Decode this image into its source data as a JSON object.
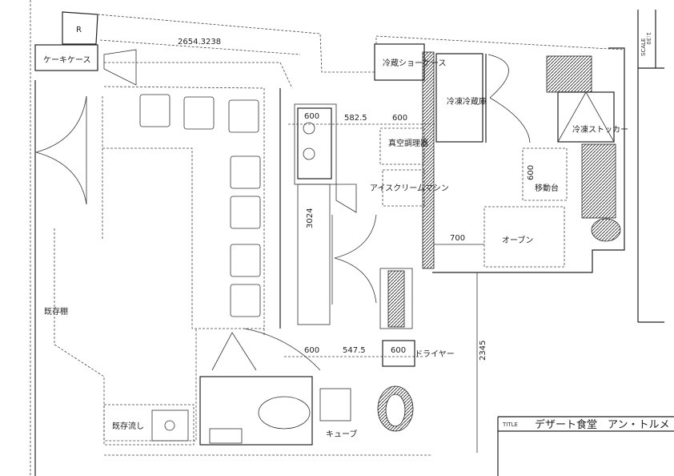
{
  "labels": {
    "r": "R",
    "cake_case": "ケーキケース",
    "fridge_showcase": "冷蔵ショーケース",
    "freezer_fridge": "冷凍冷蔵庫",
    "freezer_stocker": "冷凍ストッカー",
    "vacuum_cooker": "真空調理器",
    "ice_cream_machine": "アイスクリームマシン",
    "mobile_table": "移動台",
    "oven": "オーブン",
    "existing_shelf": "既存棚",
    "existing_sink": "既存流し",
    "cube": "キューブ",
    "dryer": "ドライヤー"
  },
  "dimensions": {
    "top": "2654.3238",
    "sink_width": "600",
    "d_582": "582.5",
    "d_600a": "600",
    "d_3024": "3024",
    "mobile_600": "600",
    "oven_700": "700",
    "d_600b": "600",
    "d_547": "547.5",
    "dryer_600": "600",
    "d_2345": "2345"
  },
  "title_block": {
    "tag": "TITLE",
    "name": "デザート食堂　アン・トルメ"
  },
  "border": {
    "scale_label": "SCALE",
    "scale": "1:30"
  }
}
